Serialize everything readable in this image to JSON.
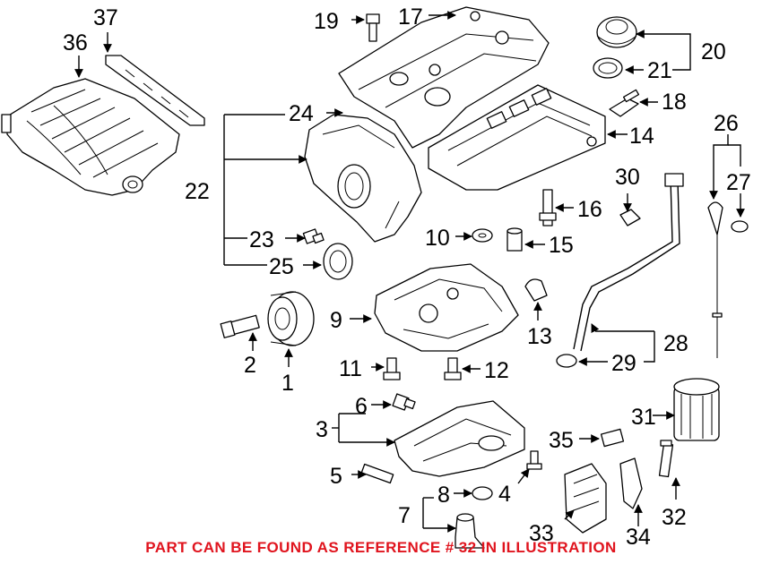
{
  "callouts": [
    "1",
    "2",
    "3",
    "4",
    "5",
    "6",
    "7",
    "8",
    "9",
    "10",
    "11",
    "12",
    "13",
    "14",
    "15",
    "16",
    "17",
    "18",
    "19",
    "20",
    "21",
    "22",
    "23",
    "24",
    "25",
    "26",
    "27",
    "28",
    "29",
    "30",
    "31",
    "32",
    "33",
    "34",
    "35",
    "36",
    "37"
  ],
  "notice": "PART CAN BE FOUND AS REFERENCE # 32 IN ILLUSTRATION",
  "notice_color": "#e0141e"
}
